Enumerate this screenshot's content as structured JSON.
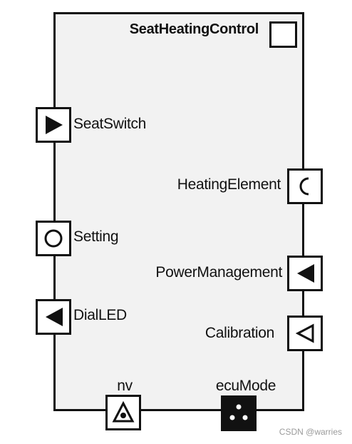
{
  "component": {
    "name": "SeatHeatingControl"
  },
  "ports": {
    "seat_switch": "SeatSwitch",
    "heating_element": "HeatingElement",
    "setting": "Setting",
    "power_management": "PowerManagement",
    "dial_led": "DialLED",
    "calibration": "Calibration",
    "nv": "nv",
    "ecu_mode": "ecuMode"
  },
  "watermark": "CSDN @warries",
  "colors": {
    "line": "#111111",
    "component_fill": "#f2f2f2",
    "port_fill": "#ffffff"
  },
  "icons": {
    "component": "component-icon",
    "seat_switch": "filled-right-triangle-icon",
    "heating_element": "open-arc-icon",
    "setting": "circle-icon",
    "power_management": "filled-left-triangle-icon",
    "dial_led": "filled-left-triangle-icon",
    "calibration": "outline-left-triangle-icon",
    "nv": "nv-triangle-icon",
    "ecu_mode": "dots-icon"
  }
}
